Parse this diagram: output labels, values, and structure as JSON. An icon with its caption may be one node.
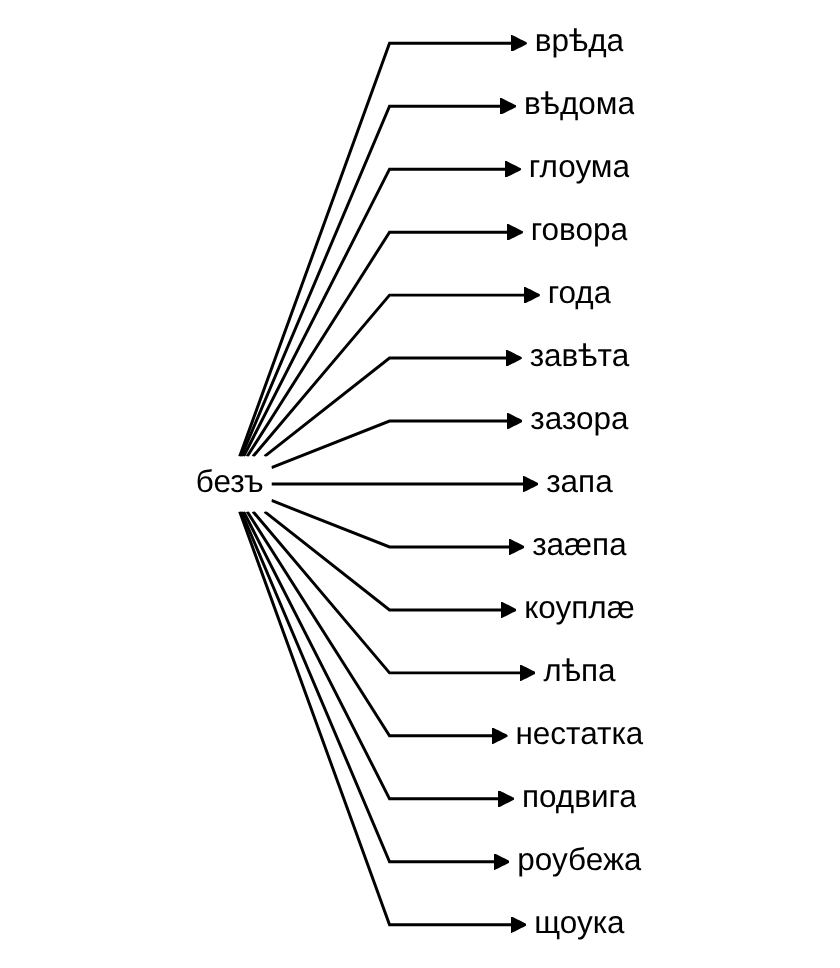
{
  "diagram": {
    "nodes": [
      {
        "text": [
          "безъ"
        ]
      },
      {
        "text": [
          "врѣда"
        ]
      },
      {
        "text": [
          "вѣдома"
        ]
      },
      {
        "text": [
          "глоума"
        ]
      },
      {
        "text": [
          "говора"
        ]
      },
      {
        "text": [
          "года"
        ]
      },
      {
        "text": [
          "завѣта"
        ]
      },
      {
        "text": [
          "зазора"
        ]
      },
      {
        "text": [
          "запа"
        ]
      },
      {
        "text": [
          "заæпа"
        ]
      },
      {
        "text": [
          "коуплæ"
        ]
      },
      {
        "text": [
          "лѣпа"
        ]
      },
      {
        "text": [
          "нестатка"
        ]
      },
      {
        "text": [
          "подвига"
        ]
      },
      {
        "text": [
          "роубежа"
        ]
      },
      {
        "text": [
          "щоука"
        ]
      }
    ],
    "edges": [
      {
        "from": 0,
        "to": 1,
        "arrow": "to"
      },
      {
        "from": 0,
        "to": 2,
        "arrow": "to"
      },
      {
        "from": 0,
        "to": 3,
        "arrow": "to"
      },
      {
        "from": 0,
        "to": 4,
        "arrow": "to"
      },
      {
        "from": 0,
        "to": 5,
        "arrow": "to"
      },
      {
        "from": 0,
        "to": 6,
        "arrow": "to"
      },
      {
        "from": 0,
        "to": 7,
        "arrow": "to"
      },
      {
        "from": 0,
        "to": 8,
        "arrow": "to"
      },
      {
        "from": 0,
        "to": 9,
        "arrow": "to"
      },
      {
        "from": 0,
        "to": 10,
        "arrow": "to"
      },
      {
        "from": 0,
        "to": 11,
        "arrow": "to"
      },
      {
        "from": 0,
        "to": 12,
        "arrow": "to"
      },
      {
        "from": 0,
        "to": 13,
        "arrow": "to"
      },
      {
        "from": 0,
        "to": 14,
        "arrow": "to"
      },
      {
        "from": 0,
        "to": 15,
        "arrow": "to"
      }
    ]
  }
}
